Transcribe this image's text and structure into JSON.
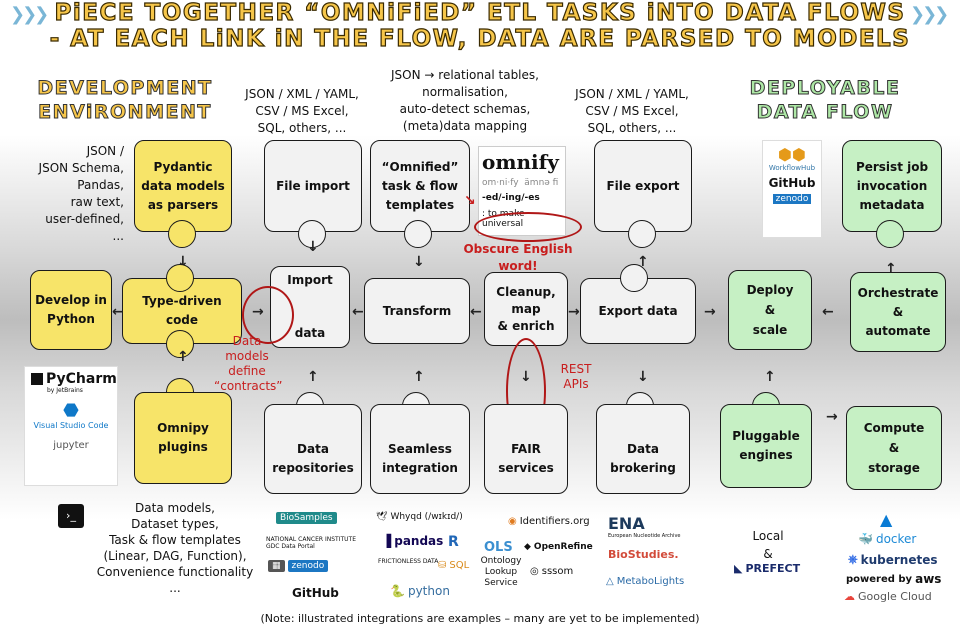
{
  "title": {
    "line1": "PiECE TOGETHER “OMNiFiED” ETL TASKS iNTO DATA FLOWS",
    "line2": "- AT EACH LiNK iN THE FLOW, DATA ARE PARSED TO MODELS"
  },
  "left_heading": {
    "line1": "DEVELOPMENT",
    "line2": "ENViRONMENT"
  },
  "right_heading": {
    "line1": "DEPLOYABLE",
    "line2": "DATA FLOW"
  },
  "top_notes": {
    "formats_in": [
      "JSON /",
      "JSON Schema,",
      "Pandas,",
      "raw text,",
      "user-defined,",
      "..."
    ],
    "import_formats": [
      "JSON / XML / YAML,",
      "CSV / MS Excel,",
      "SQL, others, ..."
    ],
    "transform_formats": [
      "JSON → relational tables,",
      "normalisation,",
      "auto-detect schemas,",
      "(meta)data mapping"
    ],
    "export_formats": [
      "JSON / XML / YAML,",
      "CSV / MS Excel,",
      "SQL, others, ..."
    ]
  },
  "pieces": {
    "pydantic": "Pydantic data models as parsers",
    "file_import": "File import",
    "omnified_templates": "“Omnified” task & flow templates",
    "file_export": "File export",
    "persist_metadata": "Persist job invocation metadata",
    "develop_python": "Develop in Python",
    "type_driven": "Type-driven code",
    "import_data": [
      "Import",
      "data"
    ],
    "transform": "Transform",
    "cleanup": [
      "Cleanup,",
      "map",
      "& enrich"
    ],
    "export_data": "Export data",
    "deploy_scale": [
      "Deploy",
      "&",
      "scale"
    ],
    "orchestrate": [
      "Orchestrate",
      "&",
      "automate"
    ],
    "omnipy_plugins": "Omnipy plugins",
    "data_repositories": "Data repositories",
    "seamless_integration": "Seamless integration",
    "fair_services": "FAIR services",
    "data_brokering": "Data brokering",
    "pluggable_engines": "Pluggable engines",
    "compute_storage": [
      "Compute",
      "&",
      "storage"
    ]
  },
  "dictionary": {
    "word": "omnify",
    "pron1": "om·ni·fy",
    "pron2": "ämnə fi",
    "forms": "-ed/-ing/-es",
    "definition": ": to make universal"
  },
  "annotations": {
    "obscure": "Obscure English word!",
    "contracts": [
      "Data",
      "models",
      "define",
      "“contracts”"
    ],
    "rest": [
      "REST",
      "APIs"
    ]
  },
  "bottom_notes": {
    "features": [
      "Data models,",
      "Dataset types,",
      "Task & flow templates",
      "(Linear, DAG, Function),",
      "Convenience functionality",
      "..."
    ],
    "footnote": "(Note: illustrated integrations are examples – many are yet to be implemented)"
  },
  "logos": {
    "pycharm": "PyCharm",
    "pycharm_sub": "by JetBrains",
    "vscode": "Visual Studio Code",
    "jupyter": "jupyter",
    "workflowhub": "WorkflowHub",
    "github_top": "GitHub",
    "zenodo_top": "zenodo",
    "biosamples": "BioSamples",
    "nci_line1": "NATIONAL CANCER INSTITUTE",
    "nci_line2": "GDC Data Portal",
    "zenodo_bottom": "zenodo",
    "github_bottom": "GitHub",
    "whyqd": "Whyqd (/wɪkɪd/)",
    "pandas": "pandas",
    "frictionless": "FRICTIONLESS DATA",
    "sql": "SQL",
    "python": "python",
    "identifiers": "Identifiers.org",
    "ols": "OLS",
    "openrefine": "OpenRefine",
    "ols_full": [
      "Ontology",
      "Lookup",
      "Service"
    ],
    "sssom": "sssom",
    "ena": "ENA",
    "ena_sub": "European Nucleotide Archive",
    "biostudies": "BioStudies.",
    "metabolights": "MetaboLights",
    "local": "Local",
    "amp": "&",
    "prefect": "PREFECT",
    "docker": "docker",
    "kubernetes": "kubernetes",
    "powered_by": "powered by",
    "aws": "aws",
    "google_cloud": "Google Cloud"
  }
}
